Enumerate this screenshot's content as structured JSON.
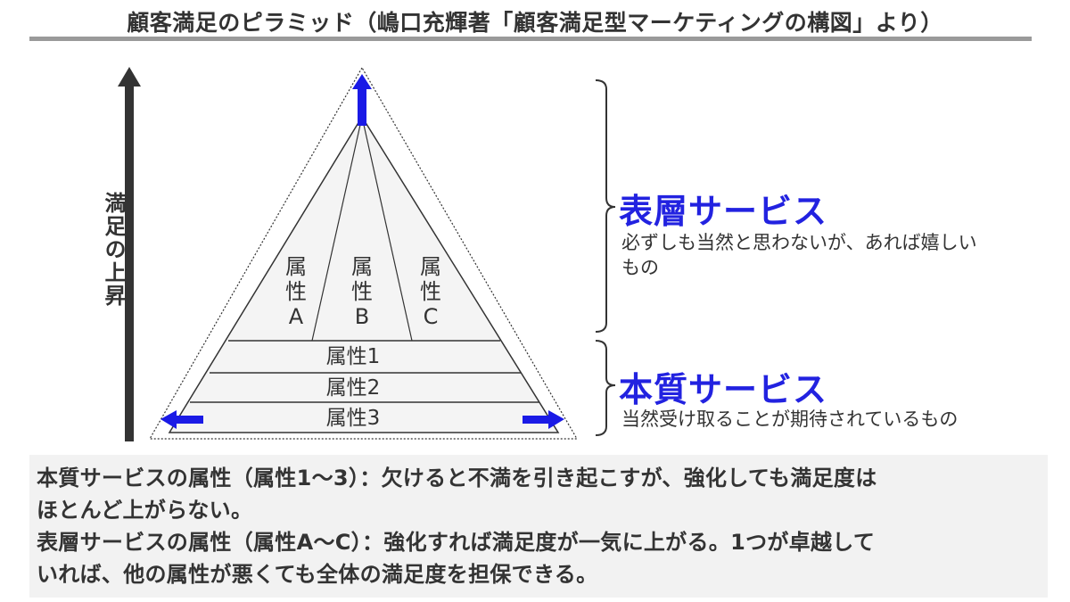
{
  "title": "顧客満足のピラミッド（嶋口充輝著「顧客満足型マーケティングの構図」より）",
  "axis": {
    "label": "満足の上昇"
  },
  "pyramid": {
    "top_attributes": [
      {
        "line1": "属",
        "line2": "性",
        "line3": "A"
      },
      {
        "line1": "属",
        "line2": "性",
        "line3": "B"
      },
      {
        "line1": "属",
        "line2": "性",
        "line3": "C"
      }
    ],
    "band_attributes": [
      "属性1",
      "属性2",
      "属性3"
    ]
  },
  "surface_service": {
    "title": "表層サービス",
    "desc_line1": "必ずしも当然と思わないが、あれば嬉しい",
    "desc_line2": "もの"
  },
  "core_service": {
    "title": "本質サービス",
    "desc": "当然受け取ることが期待されているもの"
  },
  "notes": {
    "line1": "本質サービスの属性（属性1～3）：欠けると不満を引き起こすが、強化しても満足度は",
    "line2": "ほとんど上がらない。",
    "line3": "表層サービスの属性（属性A～C）：強化すれば満足度が一気に上がる。1つが卓越して",
    "line4": "いれば、他の属性が悪くても全体の満足度を担保できる。"
  },
  "colors": {
    "accent_blue": "#2222e0",
    "arrow_blue": "#1a1ae6",
    "text": "#333333",
    "note_bg": "#f2f2f2",
    "pyramid_fill": "#f4f4f4"
  }
}
